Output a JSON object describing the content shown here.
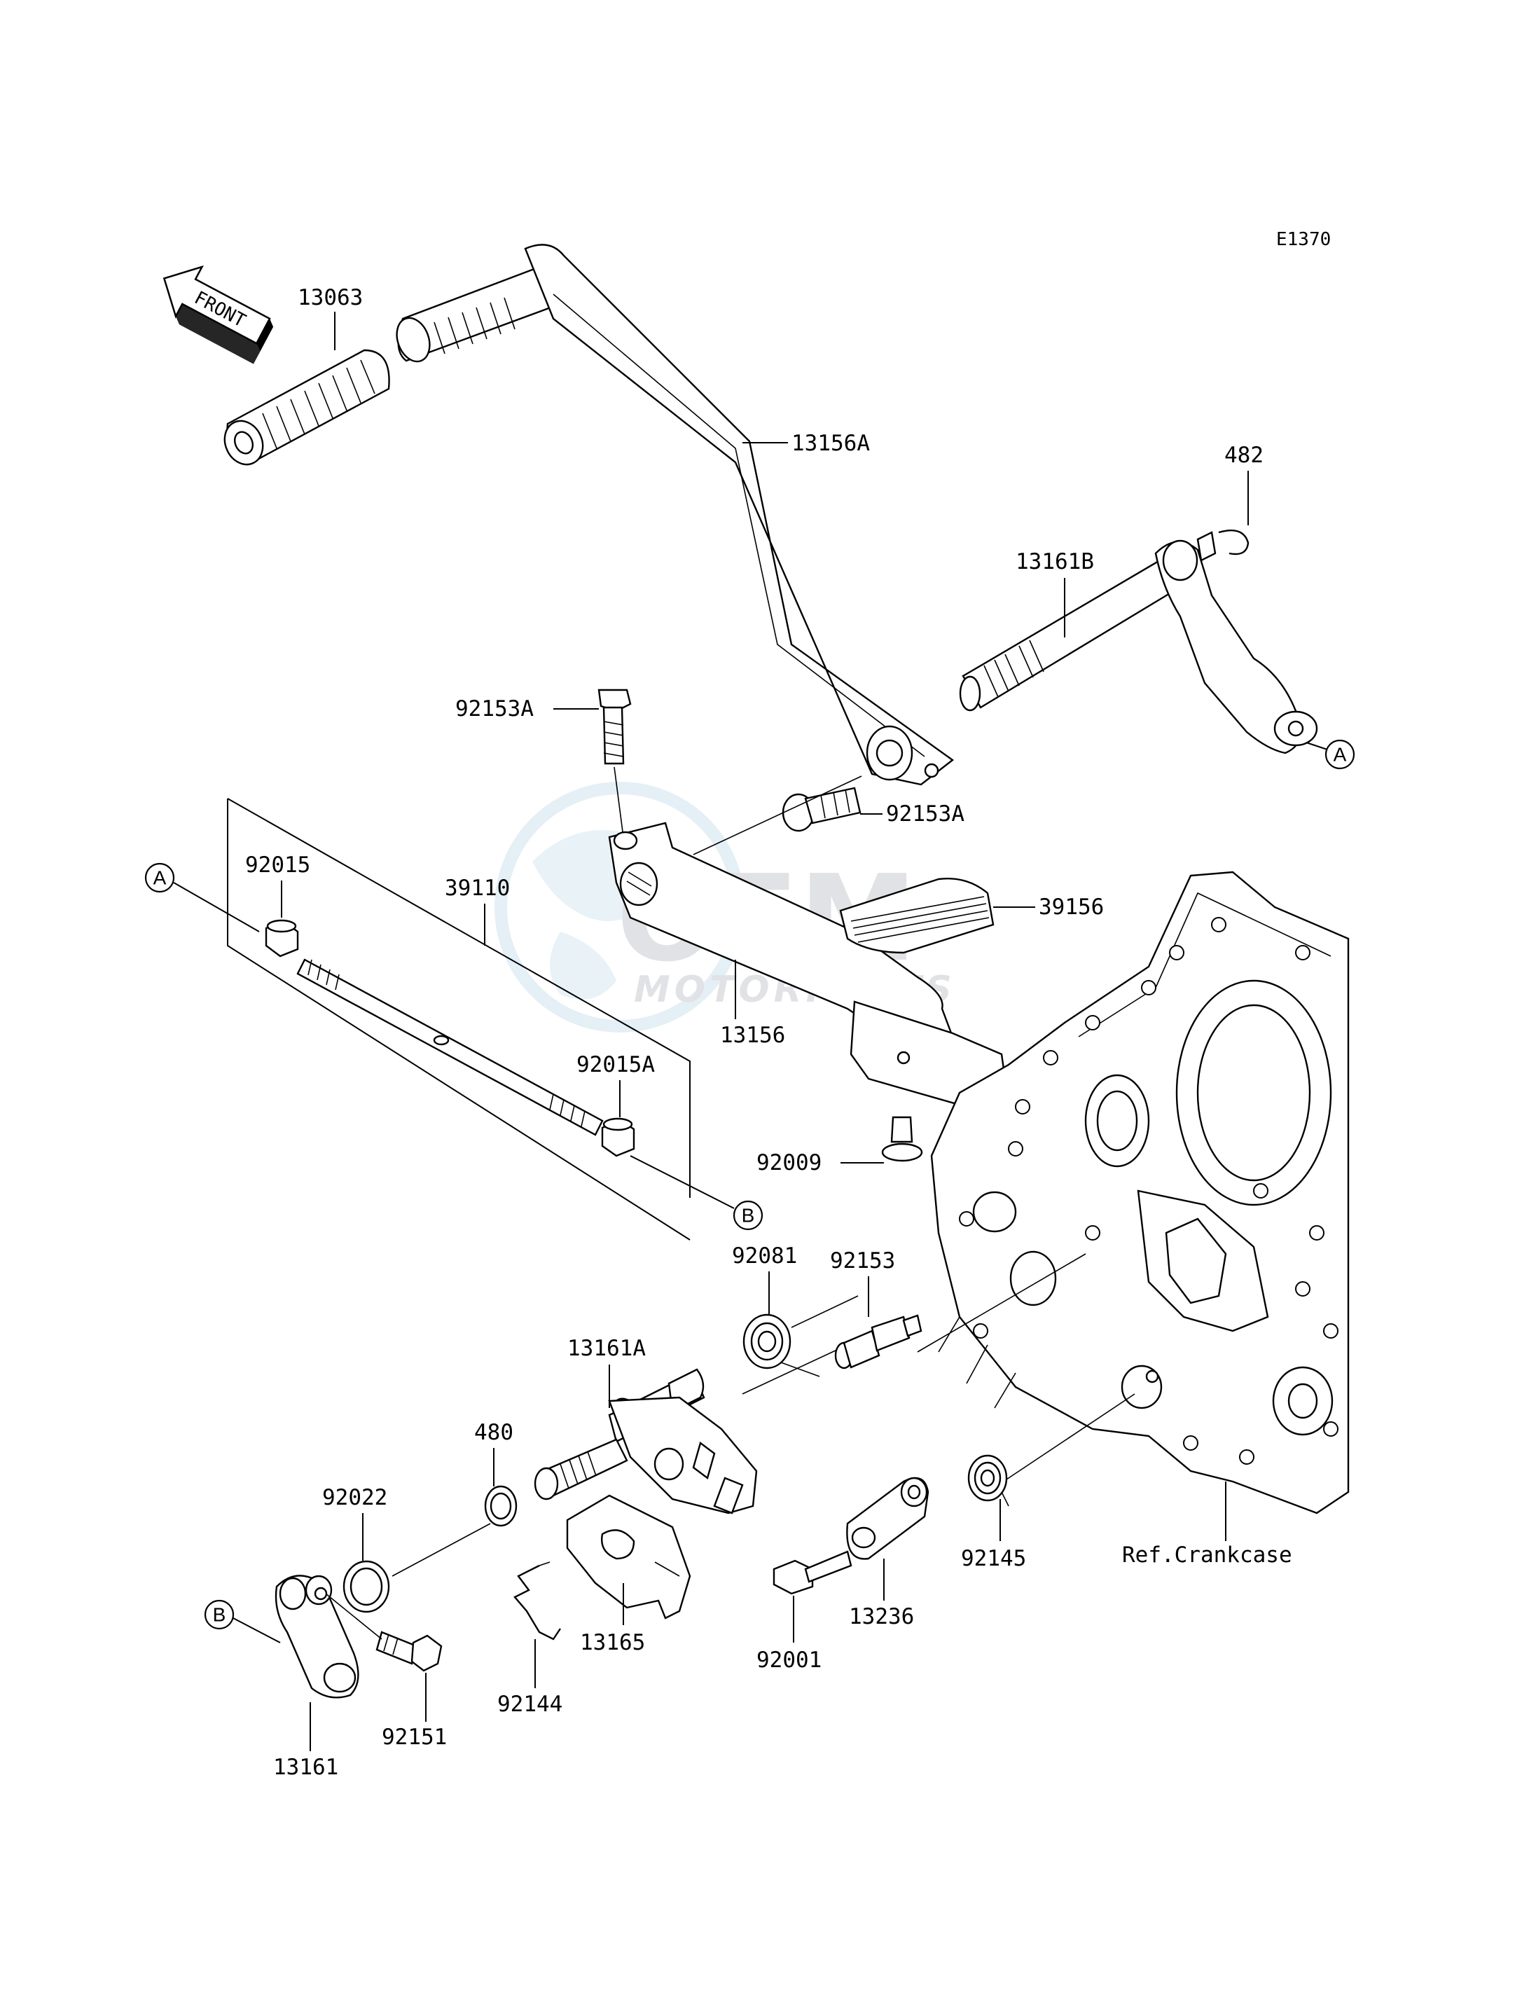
{
  "diagram_code": "E1370",
  "front_arrow_label": "FRONT",
  "ref_label": "Ref.Crankcase",
  "watermark": {
    "brand": "OEM",
    "sub": "MOTORPARTS"
  },
  "callouts": {
    "a": "A",
    "b": "B"
  },
  "parts": {
    "p13063": "13063",
    "p13156A": "13156A",
    "p482": "482",
    "p13161B": "13161B",
    "p92153A_top": "92153A",
    "p92153A_mid": "92153A",
    "p92015": "92015",
    "p39110": "39110",
    "p39156": "39156",
    "p13156": "13156",
    "p92015A": "92015A",
    "p92009": "92009",
    "p92081": "92081",
    "p92153": "92153",
    "p13161A": "13161A",
    "p480": "480",
    "p92022": "92022",
    "p13165": "13165",
    "p92144": "92144",
    "p92001": "92001",
    "p13236": "13236",
    "p92145": "92145",
    "p13161": "13161",
    "p92151": "92151"
  }
}
